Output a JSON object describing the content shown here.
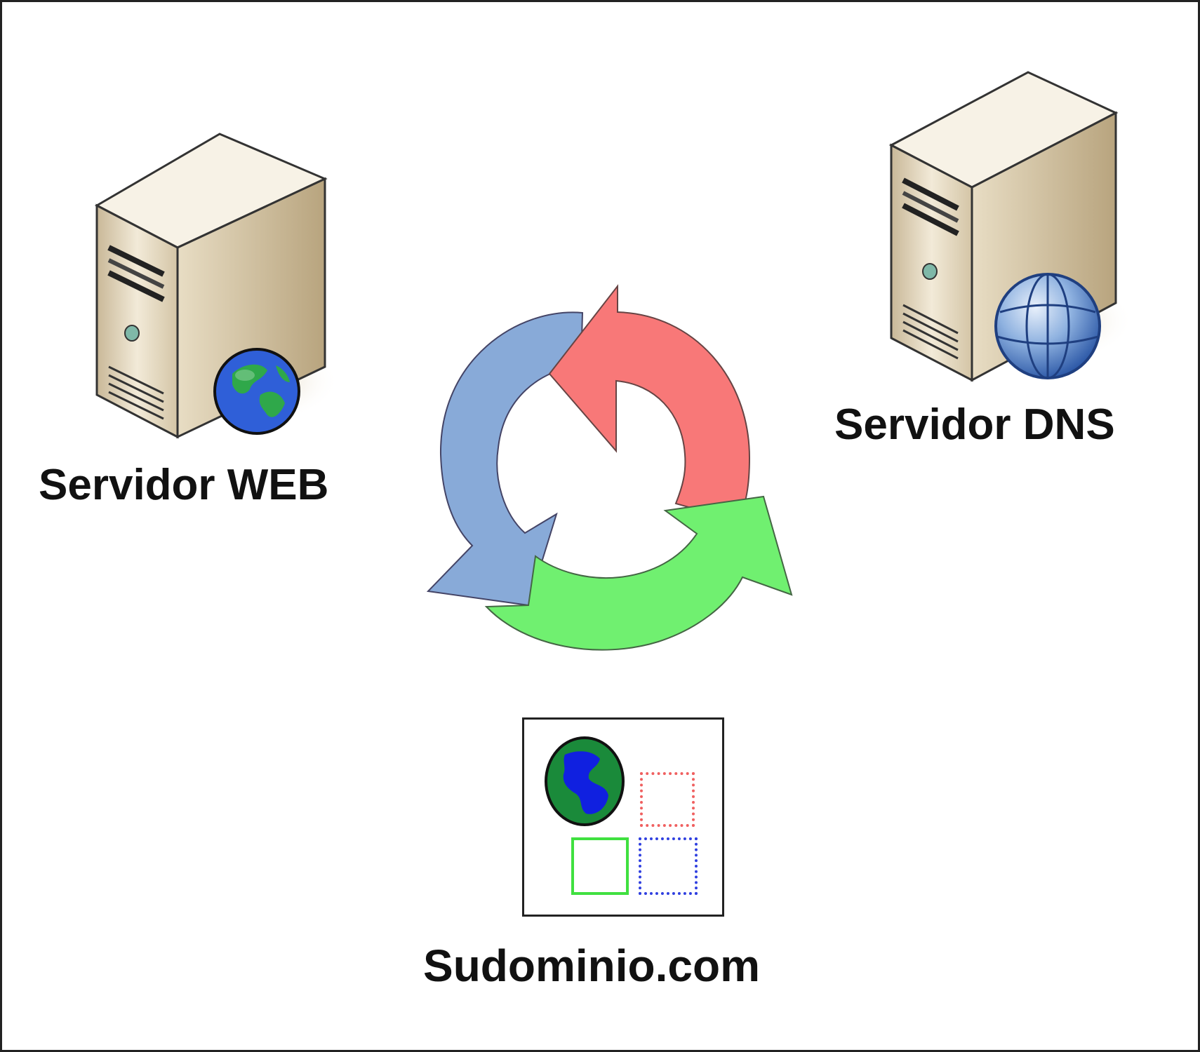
{
  "nodes": {
    "web_server": {
      "label": "Servidor WEB"
    },
    "dns_server": {
      "label": "Servidor DNS"
    },
    "domain": {
      "label": "Sudominio.com"
    }
  },
  "colors": {
    "frame": "#222222",
    "arrow_red": "#f87878",
    "arrow_blue": "#88aad8",
    "arrow_green": "#70f070",
    "server_body": "#e9dfc8",
    "globe_web_ocean": "#2f5fd8",
    "globe_web_land": "#2fa84a",
    "globe_dns": "#7fa8dc",
    "square_red": "#f06060",
    "square_green": "#40e040",
    "square_blue": "#3040e0"
  },
  "icons": {
    "web_server": "server-icon",
    "dns_server": "server-icon",
    "web_globe": "globe-icon",
    "dns_globe": "globe-icon",
    "cycle": "cycle-arrows-icon",
    "domain": "domain-icon"
  }
}
